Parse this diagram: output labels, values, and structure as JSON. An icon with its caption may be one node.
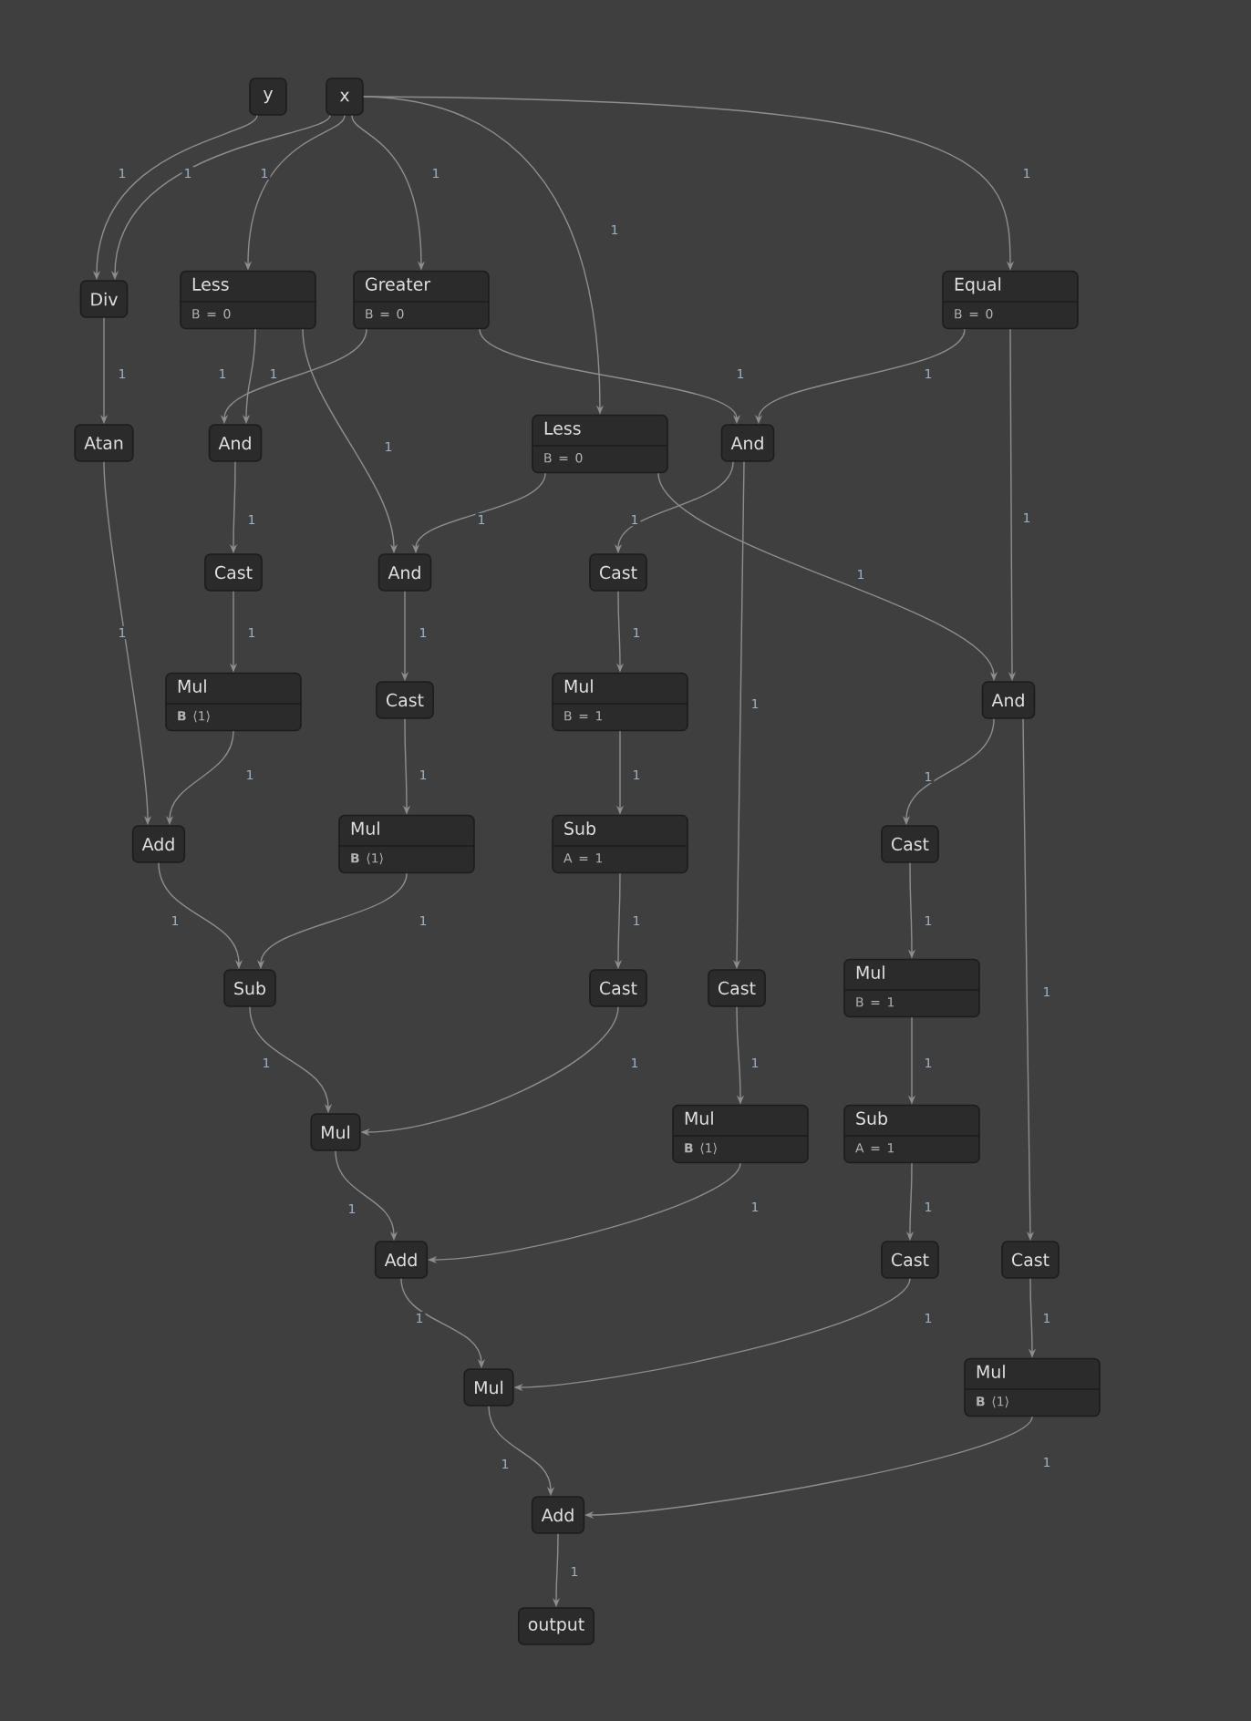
{
  "diagram": {
    "nodes": [
      {
        "text": [
          "y"
        ]
      },
      {
        "text": [
          "x"
        ]
      },
      {
        "text": [
          "Div"
        ]
      },
      {
        "text": [
          "Less",
          "B = 0"
        ]
      },
      {
        "text": [
          "Greater",
          "B = 0"
        ]
      },
      {
        "text": [
          "Equal",
          "B = 0"
        ]
      },
      {
        "text": [
          "Atan"
        ]
      },
      {
        "text": [
          "And"
        ]
      },
      {
        "text": [
          "Less",
          "B = 0"
        ]
      },
      {
        "text": [
          "And"
        ]
      },
      {
        "text": [
          "Cast"
        ]
      },
      {
        "text": [
          "And"
        ]
      },
      {
        "text": [
          "Cast"
        ]
      },
      {
        "text": [
          "Mul",
          "**B** ⟨1⟩"
        ]
      },
      {
        "text": [
          "Cast"
        ]
      },
      {
        "text": [
          "Mul",
          "B = 1"
        ]
      },
      {
        "text": [
          "And"
        ]
      },
      {
        "text": [
          "Add"
        ]
      },
      {
        "text": [
          "Mul",
          "**B** ⟨1⟩"
        ]
      },
      {
        "text": [
          "Sub",
          "A = 1"
        ]
      },
      {
        "text": [
          "Cast"
        ]
      },
      {
        "text": [
          "Sub"
        ]
      },
      {
        "text": [
          "Cast"
        ]
      },
      {
        "text": [
          "Cast"
        ]
      },
      {
        "text": [
          "Mul",
          "B = 1"
        ]
      },
      {
        "text": [
          "Mul"
        ]
      },
      {
        "text": [
          "Mul",
          "**B** ⟨1⟩"
        ]
      },
      {
        "text": [
          "Sub",
          "A = 1"
        ]
      },
      {
        "text": [
          "Add"
        ]
      },
      {
        "text": [
          "Cast"
        ]
      },
      {
        "text": [
          "Cast"
        ]
      },
      {
        "text": [
          "Mul"
        ]
      },
      {
        "text": [
          "Mul",
          "**B** ⟨1⟩"
        ]
      },
      {
        "text": [
          "Add"
        ]
      },
      {
        "text": [
          "output"
        ]
      }
    ],
    "edges": [
      {
        "from": 0,
        "to": 2,
        "arrow": "to",
        "label": "1"
      },
      {
        "from": 1,
        "to": 2,
        "arrow": "to",
        "label": "1"
      },
      {
        "from": 1,
        "to": 3,
        "arrow": "to",
        "label": "1"
      },
      {
        "from": 1,
        "to": 4,
        "arrow": "to",
        "label": "1"
      },
      {
        "from": 1,
        "to": 8,
        "arrow": "to",
        "label": "1"
      },
      {
        "from": 1,
        "to": 5,
        "arrow": "to",
        "label": "1"
      },
      {
        "from": 2,
        "to": 6,
        "arrow": "to",
        "label": "1"
      },
      {
        "from": 3,
        "to": 7,
        "arrow": "to",
        "label": "1"
      },
      {
        "from": 4,
        "to": 7,
        "arrow": "to",
        "label": "1"
      },
      {
        "from": 3,
        "to": 11,
        "arrow": "to",
        "label": "1"
      },
      {
        "from": 4,
        "to": 9,
        "arrow": "to",
        "label": "1"
      },
      {
        "from": 5,
        "to": 9,
        "arrow": "to",
        "label": "1"
      },
      {
        "from": 8,
        "to": 11,
        "arrow": "to",
        "label": "1"
      },
      {
        "from": 8,
        "to": 16,
        "arrow": "to",
        "label": "1"
      },
      {
        "from": 5,
        "to": 16,
        "arrow": "to",
        "label": "1"
      },
      {
        "from": 7,
        "to": 10,
        "arrow": "to",
        "label": "1"
      },
      {
        "from": 9,
        "to": 12,
        "arrow": "to",
        "label": "1"
      },
      {
        "from": 9,
        "to": 23,
        "arrow": "to",
        "label": "1"
      },
      {
        "from": 10,
        "to": 13,
        "arrow": "to",
        "label": "1"
      },
      {
        "from": 11,
        "to": 14,
        "arrow": "to",
        "label": "1"
      },
      {
        "from": 12,
        "to": 15,
        "arrow": "to",
        "label": "1"
      },
      {
        "from": 6,
        "to": 17,
        "arrow": "to",
        "label": "1"
      },
      {
        "from": 13,
        "to": 17,
        "arrow": "to",
        "label": "1"
      },
      {
        "from": 14,
        "to": 18,
        "arrow": "to",
        "label": "1"
      },
      {
        "from": 15,
        "to": 19,
        "arrow": "to",
        "label": "1"
      },
      {
        "from": 16,
        "to": 20,
        "arrow": "to",
        "label": "1"
      },
      {
        "from": 16,
        "to": 30,
        "arrow": "to",
        "label": "1"
      },
      {
        "from": 17,
        "to": 21,
        "arrow": "to",
        "label": "1"
      },
      {
        "from": 18,
        "to": 21,
        "arrow": "to",
        "label": "1"
      },
      {
        "from": 19,
        "to": 22,
        "arrow": "to",
        "label": "1"
      },
      {
        "from": 20,
        "to": 24,
        "arrow": "to",
        "label": "1"
      },
      {
        "from": 22,
        "to": 25,
        "arrow": "to",
        "label": "1"
      },
      {
        "from": 21,
        "to": 25,
        "arrow": "to",
        "label": "1"
      },
      {
        "from": 23,
        "to": 26,
        "arrow": "to",
        "label": "1"
      },
      {
        "from": 24,
        "to": 27,
        "arrow": "to",
        "label": "1"
      },
      {
        "from": 26,
        "to": 28,
        "arrow": "to",
        "label": "1"
      },
      {
        "from": 25,
        "to": 28,
        "arrow": "to",
        "label": "1"
      },
      {
        "from": 27,
        "to": 29,
        "arrow": "to",
        "label": "1"
      },
      {
        "from": 29,
        "to": 31,
        "arrow": "to",
        "label": "1"
      },
      {
        "from": 28,
        "to": 31,
        "arrow": "to",
        "label": "1"
      },
      {
        "from": 30,
        "to": 32,
        "arrow": "to",
        "label": "1"
      },
      {
        "from": 32,
        "to": 33,
        "arrow": "to",
        "label": "1"
      },
      {
        "from": 31,
        "to": 33,
        "arrow": "to",
        "label": "1"
      },
      {
        "from": 33,
        "to": 34,
        "arrow": "to",
        "label": "1"
      }
    ]
  }
}
